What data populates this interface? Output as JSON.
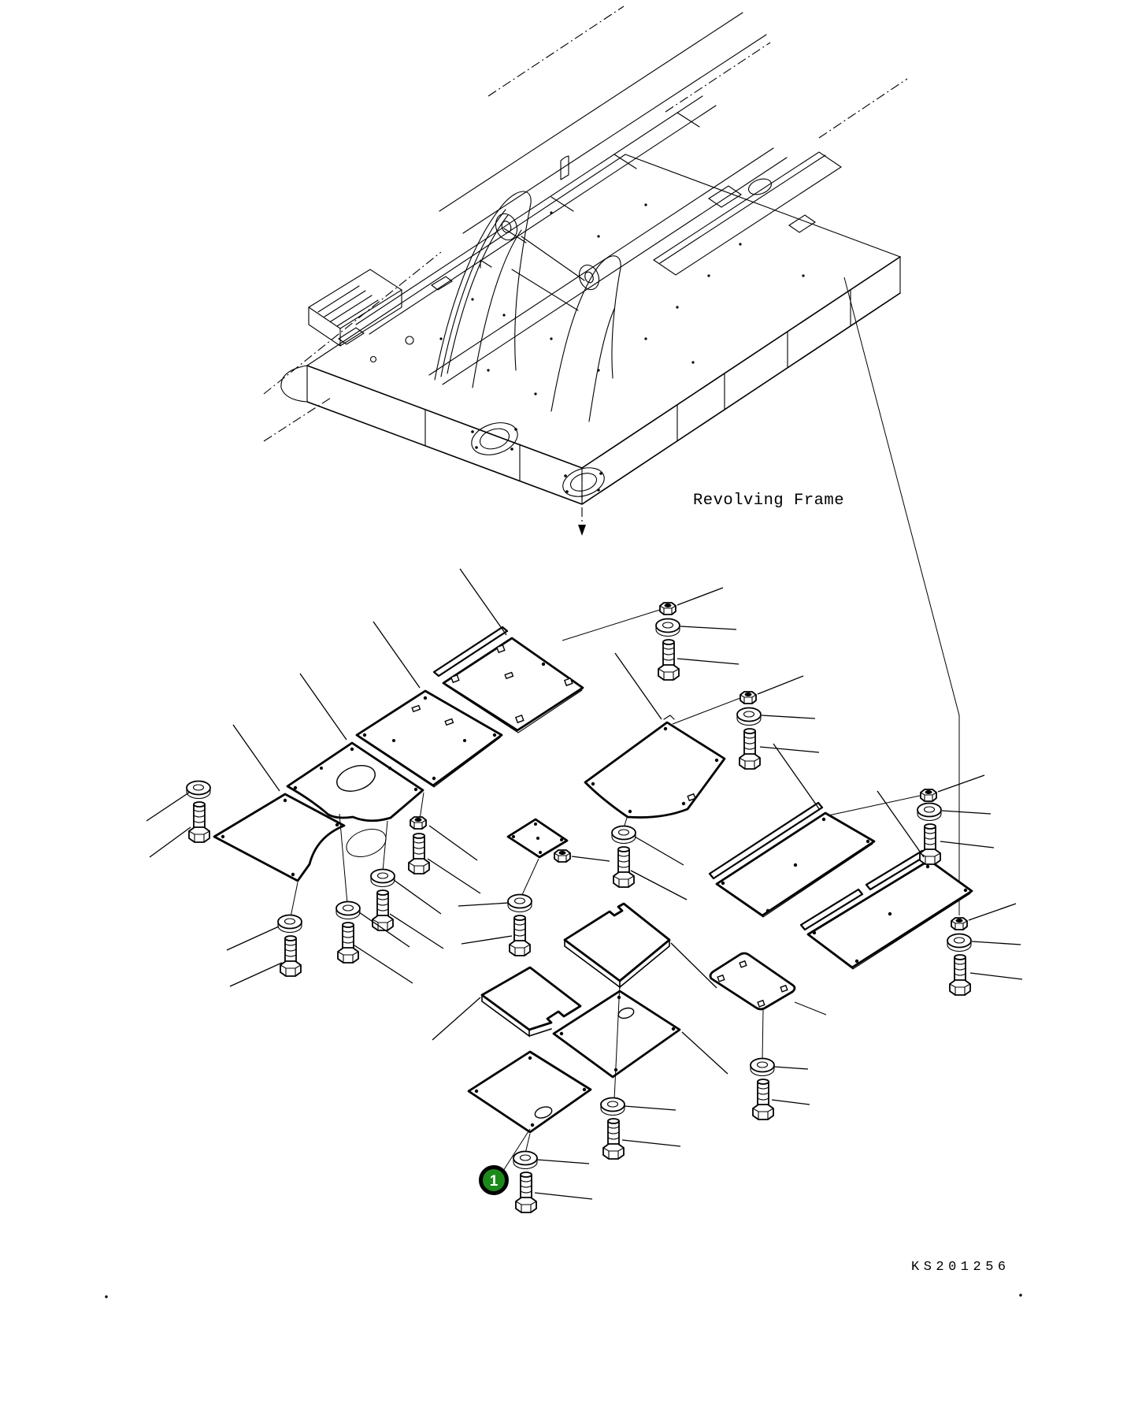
{
  "page": {
    "background": "#ffffff",
    "ink": "#000000"
  },
  "figure": {
    "caption": "Revolving Frame",
    "drawing_code": "KS201256"
  },
  "callout": {
    "number": "1",
    "fill_color": "#1b8a1b",
    "ring_color": "#000000",
    "number_color": "#ffffff"
  }
}
